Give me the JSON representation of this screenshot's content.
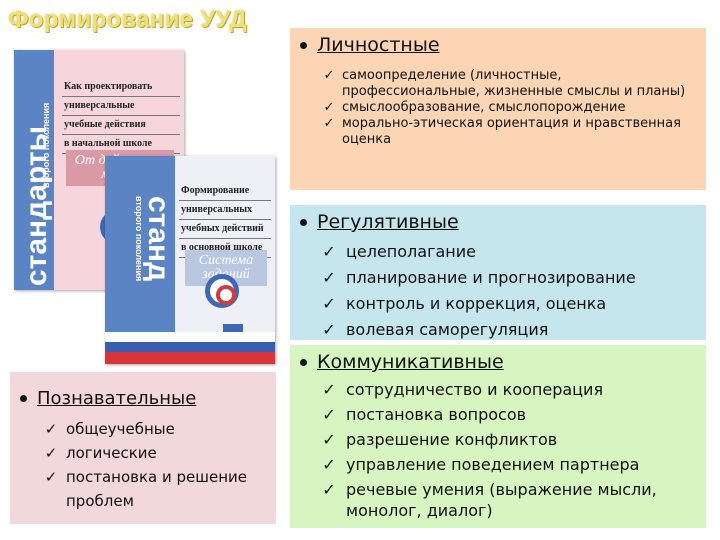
{
  "title": "Формирование УУД",
  "lichnostnye": {
    "heading": "Личностные",
    "items": [
      "самоопределение (личностные, профессиональные, жизненные смыслы и планы)",
      "смыслообразование, смыслопорождение",
      "морально-этическая ориентация и нравственная оценка"
    ]
  },
  "regulyativnye": {
    "heading": "Регулятивные",
    "items": [
      "целеполагание",
      "планирование и прогнозирование",
      "контроль и коррекция, оценка",
      "волевая саморегуляция"
    ]
  },
  "kommunikativnye": {
    "heading": "Коммуникативные",
    "items": [
      "сотрудничество и кооперация",
      "постановка вопросов",
      "разрешение конфликтов",
      "управление поведением партнера",
      "речевые умения (выражение мысли, монолог, диалог)"
    ]
  },
  "poznavatelnye": {
    "heading": "Познавательные",
    "items": [
      "общеучебные",
      "логические",
      "постановка и решение проблем"
    ]
  },
  "book1": {
    "spine": "стандарты",
    "series": "второго поколения",
    "title_lines": [
      "Как проектировать",
      "универсальные",
      "учебные действия",
      "в начальной школе"
    ],
    "subtitle": "От действия к мысли"
  },
  "book2": {
    "spine": "станд",
    "series": "второго поколения",
    "title_lines": [
      "Формирование",
      "универсальных",
      "учебных действий",
      "в основной школе"
    ],
    "subtitle": "Система заданий"
  },
  "colors": {
    "title": "#f0e07a",
    "lichnostnye_bg": "#fcd5b4",
    "regulyativnye_bg": "#c6e6ee",
    "kommunikativnye_bg": "#d6f5c0",
    "poznavatelnye_bg": "#f2d8da",
    "spine": "#5b84c4"
  },
  "icons": {
    "check": "✓",
    "bullet": "•"
  }
}
